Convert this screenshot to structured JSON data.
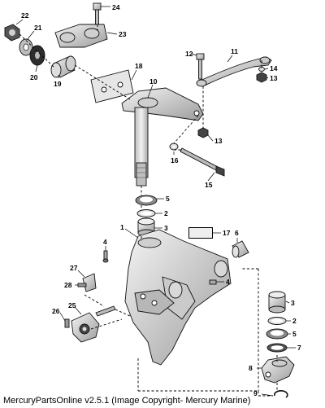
{
  "diagram": {
    "callouts": {
      "c1": "1",
      "c2a": "2",
      "c2b": "2",
      "c3a": "3",
      "c3b": "3",
      "c4a": "4",
      "c4b": "4",
      "c5a": "5",
      "c5b": "5",
      "c6": "6",
      "c7": "7",
      "c8": "8",
      "c9": "9",
      "c10": "10",
      "c11": "11",
      "c12": "12",
      "c13a": "13",
      "c13b": "13",
      "c14": "14",
      "c15": "15",
      "c16": "16",
      "c17": "17",
      "c18": "18",
      "c19": "19",
      "c20": "20",
      "c21": "21",
      "c22": "22",
      "c23": "23",
      "c24": "24",
      "c25": "25",
      "c26": "26",
      "c27": "27",
      "c28": "28"
    }
  },
  "footer": {
    "text": "MercuryPartsOnline v2.5.1 (Image Copyright- Mercury Marine)"
  },
  "colors": {
    "line": "#000000",
    "part_fill": "#e8e8e8",
    "part_dark": "#9a9a9a",
    "background": "#ffffff"
  }
}
